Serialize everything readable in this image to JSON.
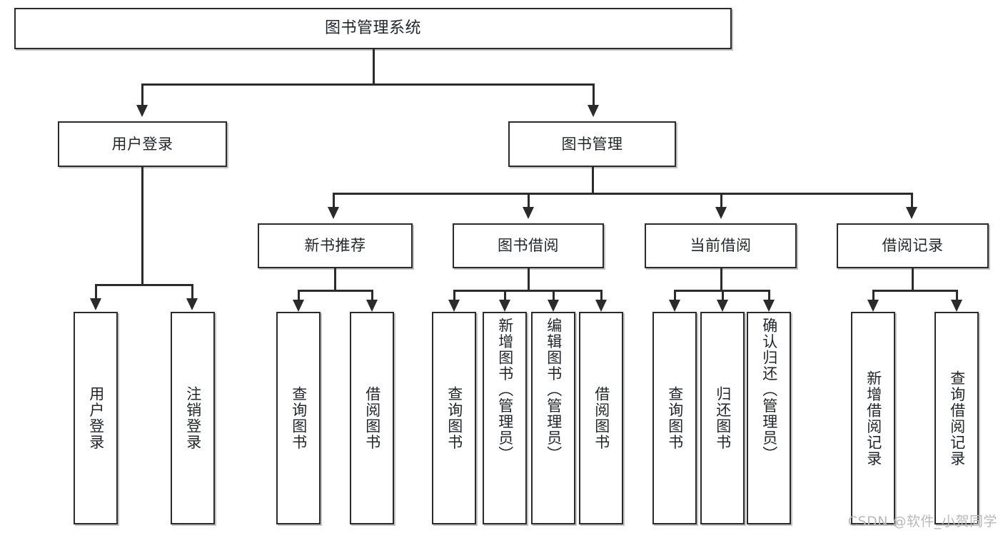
{
  "diagram": {
    "type": "tree",
    "title": "图书管理系统",
    "root": {
      "id": "root",
      "label": "图书管理系统"
    },
    "level2": [
      {
        "id": "user-login",
        "label": "用户登录"
      },
      {
        "id": "book-manage",
        "label": "图书管理"
      }
    ],
    "level3": [
      {
        "id": "new-book-rec",
        "label": "新书推荐",
        "parent": "book-manage"
      },
      {
        "id": "book-borrow",
        "label": "图书借阅",
        "parent": "book-manage"
      },
      {
        "id": "current-borrow",
        "label": "当前借阅",
        "parent": "book-manage"
      },
      {
        "id": "borrow-record",
        "label": "借阅记录",
        "parent": "book-manage"
      }
    ],
    "leaves": [
      {
        "id": "leaf-user-login",
        "label": "用户登录",
        "parent": "user-login"
      },
      {
        "id": "leaf-logout",
        "label": "注销登录",
        "parent": "user-login"
      },
      {
        "id": "leaf-query-book-1",
        "label": "查询图书",
        "parent": "new-book-rec"
      },
      {
        "id": "leaf-borrow-book-1",
        "label": "借阅图书",
        "parent": "new-book-rec"
      },
      {
        "id": "leaf-query-book-2",
        "label": "查询图书",
        "parent": "book-borrow"
      },
      {
        "id": "leaf-add-book",
        "label": "新增图书（管理员）",
        "parent": "book-borrow"
      },
      {
        "id": "leaf-edit-book",
        "label": "编辑图书（管理员）",
        "parent": "book-borrow"
      },
      {
        "id": "leaf-borrow-book-2",
        "label": "借阅图书",
        "parent": "book-borrow"
      },
      {
        "id": "leaf-query-book-3",
        "label": "查询图书",
        "parent": "current-borrow"
      },
      {
        "id": "leaf-return-book",
        "label": "归还图书",
        "parent": "current-borrow"
      },
      {
        "id": "leaf-confirm-return",
        "label": "确认归还（管理员）",
        "parent": "current-borrow"
      },
      {
        "id": "leaf-add-record",
        "label": "新增借阅记录",
        "parent": "borrow-record"
      },
      {
        "id": "leaf-query-record",
        "label": "查询借阅记录",
        "parent": "borrow-record"
      }
    ]
  },
  "watermark": {
    "text": "CSDN @软件_小贺同学"
  },
  "colors": {
    "stroke": "#2b2b2b",
    "fill": "#ffffff",
    "text": "#22262b",
    "watermark": "#b9b9b9"
  }
}
